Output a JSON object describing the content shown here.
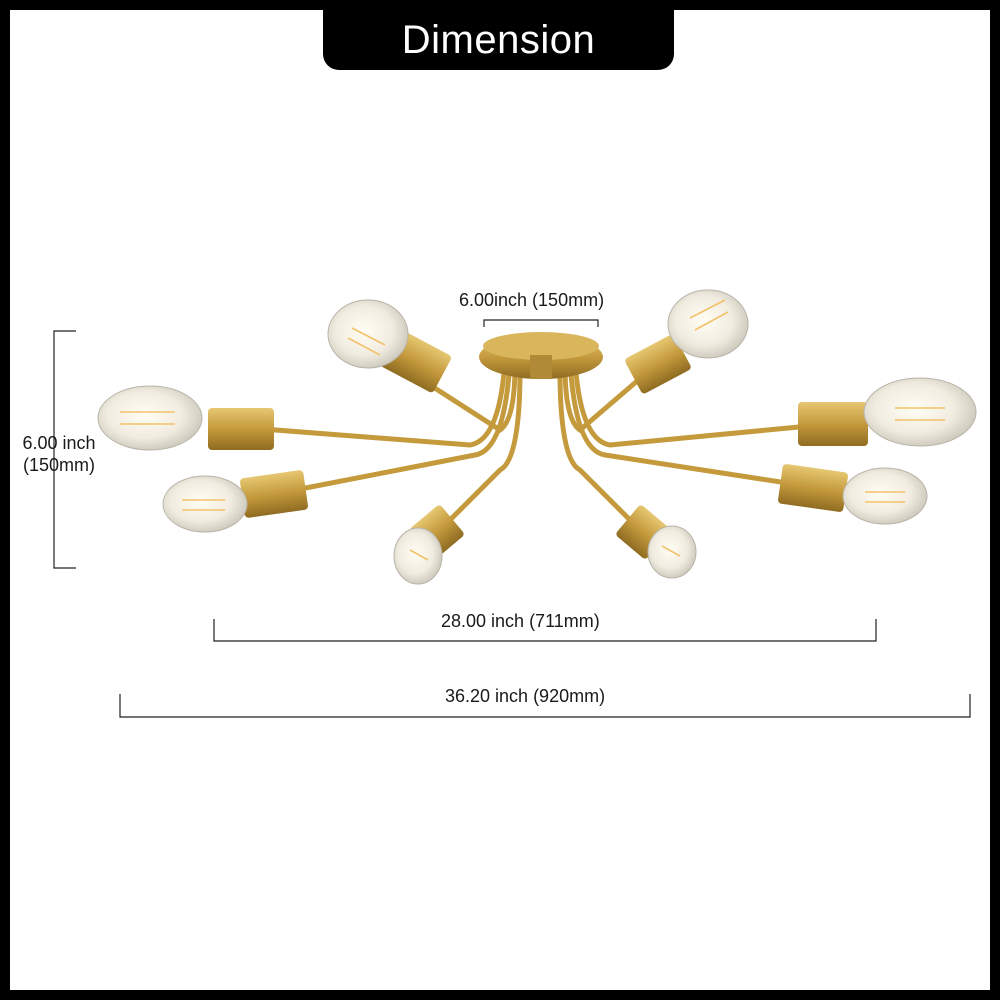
{
  "banner": {
    "title": "Dimension"
  },
  "dimensions": {
    "canopy_width": "6.00inch (150mm)",
    "height_value": "6.00 inch",
    "height_metric": "(150mm)",
    "inner_span": "28.00 inch (711mm)",
    "overall_span": "36.20 inch (920mm)"
  },
  "product": {
    "finish_color": "#c9a24a",
    "arm_count": 8
  }
}
